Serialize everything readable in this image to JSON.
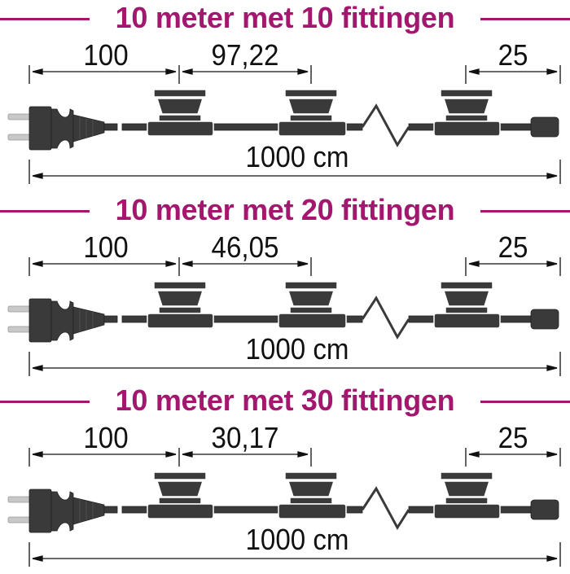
{
  "colors": {
    "title": "#a3176f",
    "dimension": "#111111",
    "component_dark": "#3a3a3a",
    "component_highlight": "#ffffff"
  },
  "sections": [
    {
      "title": "10 meter met 10 fittingen",
      "dims": {
        "lead": "100",
        "spacing": "97,22",
        "tail": "25",
        "total": "1000 cm"
      }
    },
    {
      "title": "10 meter met 20 fittingen",
      "dims": {
        "lead": "100",
        "spacing": "46,05",
        "tail": "25",
        "total": "1000 cm"
      }
    },
    {
      "title": "10 meter met 30 fittingen",
      "dims": {
        "lead": "100",
        "spacing": "30,17",
        "tail": "25",
        "total": "1000 cm"
      }
    }
  ]
}
